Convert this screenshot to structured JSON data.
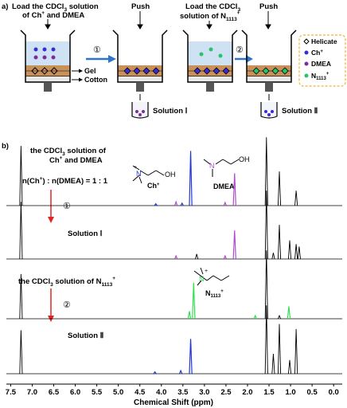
{
  "panel_a": {
    "label": "a)",
    "step1_title": [
      "Load the CDCl",
      "3",
      " solution",
      "of Ch",
      "+",
      " and DMEA"
    ],
    "step2_title": [
      "Load the CDCl",
      "3",
      "solution of N",
      "1113",
      "+"
    ],
    "push_label": "Push",
    "gel_label": "Gel",
    "cotton_label": "Cotton",
    "arrow1_num": "①",
    "arrow2_num": "②",
    "solution1": "Solution Ⅰ",
    "solution2": "Solution Ⅱ",
    "legend": {
      "helicate": "Helicate",
      "ch": [
        "Ch",
        "+"
      ],
      "dmea": "DMEA",
      "n1113": [
        "N",
        "1113",
        "+"
      ]
    },
    "colors": {
      "blue_dot": "#3a2bd6",
      "purple_dot": "#7b2d9b",
      "green_dot": "#27c46a",
      "liquid_top": "#cfe2f3",
      "gel": "#c8915a",
      "arrow": "#2f74c8",
      "legend_border": "#f2b233"
    }
  },
  "panel_b": {
    "label": "b)",
    "trace1_title": [
      "the CDCl",
      "3",
      " solution of",
      "Ch",
      "+",
      " and DMEA"
    ],
    "ratio": [
      "n(Ch",
      "+",
      ") : n(DMEA) = 1 : 1"
    ],
    "ch_label": [
      "Ch",
      "+"
    ],
    "dmea_label": "DMEA",
    "n1113_trace_title": [
      "the CDCl",
      "3",
      " solution of N",
      "1113",
      "+"
    ],
    "n1113_label": [
      "N",
      "1113",
      "+"
    ],
    "step1": "①",
    "step2": "②",
    "solution1": "Solution Ⅰ",
    "solution2": "Solution Ⅱ",
    "colors": {
      "blue_peak": "#1f35d6",
      "purple_peak": "#b04bd0",
      "green_peak": "#2fe050",
      "red_arrow": "#e52222"
    }
  },
  "chart_data": {
    "type": "line",
    "xlabel": "Chemical Shift (ppm)",
    "xlim": [
      7.6,
      -0.2
    ],
    "x_ticks": [
      "7.5",
      "7.0",
      "6.5",
      "6.0",
      "5.5",
      "5.0",
      "4.5",
      "4.0",
      "3.5",
      "3.0",
      "2.5",
      "2.0",
      "1.5",
      "1.0",
      "0.5",
      "0.0"
    ],
    "x_tick_values": [
      7.5,
      7.0,
      6.5,
      6.0,
      5.5,
      5.0,
      4.5,
      4.0,
      3.5,
      3.0,
      2.5,
      2.0,
      1.5,
      1.0,
      0.5,
      0.0
    ],
    "spectra": [
      {
        "peaks": [
          {
            "ppm": 7.26,
            "h": 0.96,
            "color": "black"
          },
          {
            "ppm": 4.13,
            "h": 0.03,
            "color": "blue"
          },
          {
            "ppm": 3.66,
            "h": 0.06,
            "color": "purple"
          },
          {
            "ppm": 3.52,
            "h": 0.04,
            "color": "blue"
          },
          {
            "ppm": 3.32,
            "h": 0.88,
            "color": "blue"
          },
          {
            "ppm": 2.52,
            "h": 0.05,
            "color": "purple"
          },
          {
            "ppm": 2.3,
            "h": 0.52,
            "color": "purple"
          },
          {
            "ppm": 1.56,
            "h": 1.1,
            "color": "black"
          },
          {
            "ppm": 1.26,
            "h": 0.55,
            "color": "black"
          },
          {
            "ppm": 0.87,
            "h": 0.24,
            "color": "black"
          }
        ]
      },
      {
        "peaks": [
          {
            "ppm": 7.26,
            "h": 0.92,
            "color": "black"
          },
          {
            "ppm": 3.66,
            "h": 0.05,
            "color": "purple"
          },
          {
            "ppm": 3.18,
            "h": 0.08,
            "color": "black"
          },
          {
            "ppm": 2.52,
            "h": 0.05,
            "color": "purple"
          },
          {
            "ppm": 2.3,
            "h": 0.46,
            "color": "purple"
          },
          {
            "ppm": 1.56,
            "h": 1.1,
            "color": "black"
          },
          {
            "ppm": 1.4,
            "h": 0.1,
            "color": "black"
          },
          {
            "ppm": 1.26,
            "h": 0.55,
            "color": "black"
          },
          {
            "ppm": 1.02,
            "h": 0.3,
            "color": "black"
          },
          {
            "ppm": 0.87,
            "h": 0.24,
            "color": "black"
          },
          {
            "ppm": 0.8,
            "h": 0.2,
            "color": "black"
          }
        ]
      },
      {
        "peaks": [
          {
            "ppm": 7.26,
            "h": 0.72,
            "color": "black"
          },
          {
            "ppm": 3.35,
            "h": 0.12,
            "color": "green"
          },
          {
            "ppm": 3.25,
            "h": 0.58,
            "color": "green"
          },
          {
            "ppm": 1.82,
            "h": 0.05,
            "color": "green"
          },
          {
            "ppm": 1.56,
            "h": 1.1,
            "color": "black"
          },
          {
            "ppm": 1.26,
            "h": 0.05,
            "color": "black"
          },
          {
            "ppm": 1.04,
            "h": 0.2,
            "color": "green"
          }
        ]
      },
      {
        "peaks": [
          {
            "ppm": 7.26,
            "h": 0.7,
            "color": "black"
          },
          {
            "ppm": 4.15,
            "h": 0.03,
            "color": "blue"
          },
          {
            "ppm": 3.55,
            "h": 0.05,
            "color": "blue"
          },
          {
            "ppm": 3.32,
            "h": 0.56,
            "color": "blue"
          },
          {
            "ppm": 1.56,
            "h": 1.1,
            "color": "black"
          },
          {
            "ppm": 1.4,
            "h": 0.32,
            "color": "black"
          },
          {
            "ppm": 1.26,
            "h": 0.8,
            "color": "black"
          },
          {
            "ppm": 1.02,
            "h": 0.22,
            "color": "black"
          },
          {
            "ppm": 0.87,
            "h": 0.72,
            "color": "black"
          }
        ]
      }
    ]
  }
}
